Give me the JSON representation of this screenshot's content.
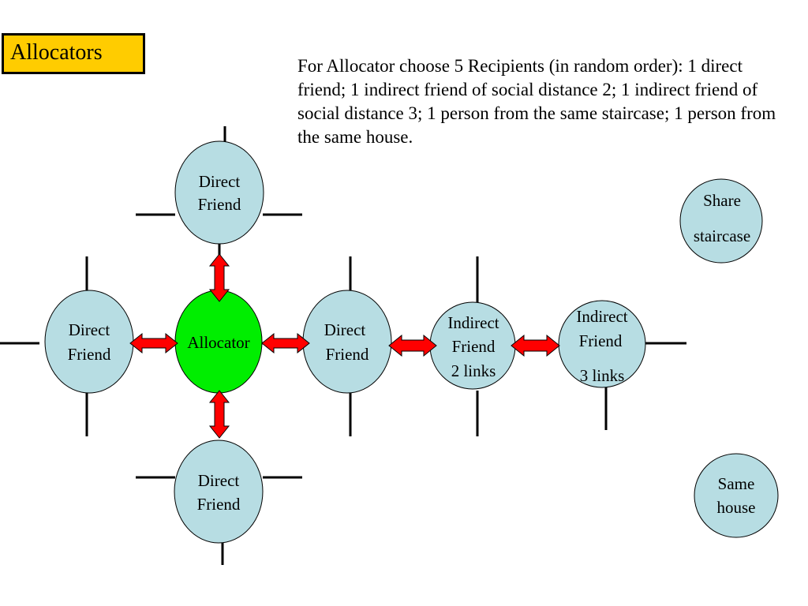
{
  "title": "Allocators",
  "instructions": "For Allocator choose 5 Recipients (in random order): 1 direct friend; 1 indirect friend of social distance 2; 1 indirect friend of social distance 3; 1 person from the same staircase; 1 person from the same house.",
  "colors": {
    "title_fill": "#ffcc00",
    "node_fill": "#b7dde3",
    "allocator_fill": "#00ee00",
    "arrow_fill": "#ff0000"
  },
  "nodes": {
    "allocator": {
      "line1": "Allocator"
    },
    "direct_top": {
      "line1": "Direct",
      "line2": "Friend"
    },
    "direct_left": {
      "line1": "Direct",
      "line2": "Friend"
    },
    "direct_right": {
      "line1": "Direct",
      "line2": "Friend"
    },
    "direct_bottom": {
      "line1": "Direct",
      "line2": "Friend"
    },
    "indirect_2": {
      "line1": "Indirect",
      "line2": "Friend",
      "line3": "2 links"
    },
    "indirect_3": {
      "line1": "Indirect",
      "line2": "Friend",
      "line3": "3 links"
    },
    "share_staircase": {
      "line1": "Share",
      "line2": "staircase"
    },
    "same_house": {
      "line1": "Same",
      "line2": "house"
    }
  }
}
